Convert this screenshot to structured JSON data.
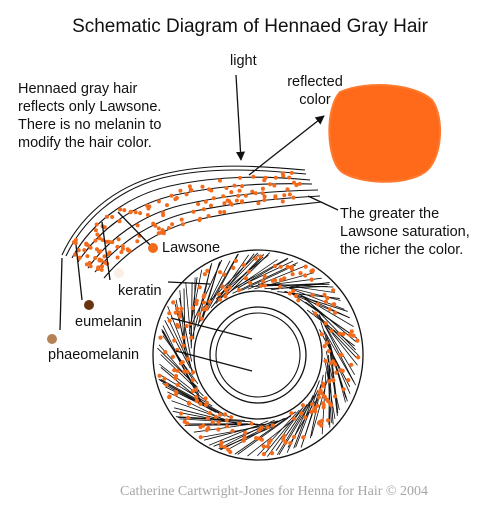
{
  "title": "Schematic Diagram of Hennaed Gray Hair",
  "labels": {
    "light": "light",
    "reflected": "reflected\ncolor",
    "note": "Hennaed gray hair\nreflects only Lawsone.\nThere is no melanin to\nmodify the hair color.",
    "saturation": "The greater the\nLawsone saturation,\nthe richer the color.",
    "lawsone": "Lawsone",
    "keratin": "keratin",
    "eumelanin": "eumelanin",
    "phaeomelanin": "phaeomelanin"
  },
  "credit": "Catherine Cartwright-Jones for Henna for Hair © 2004",
  "colors": {
    "lawsone": "#f26a1b",
    "reflected_color": "#ff6a1a",
    "keratin": "#fbeee4",
    "eumelanin": "#6b3410",
    "phaeomelanin": "#b48255",
    "line": "#111111",
    "credit": "#a6a6a6"
  }
}
